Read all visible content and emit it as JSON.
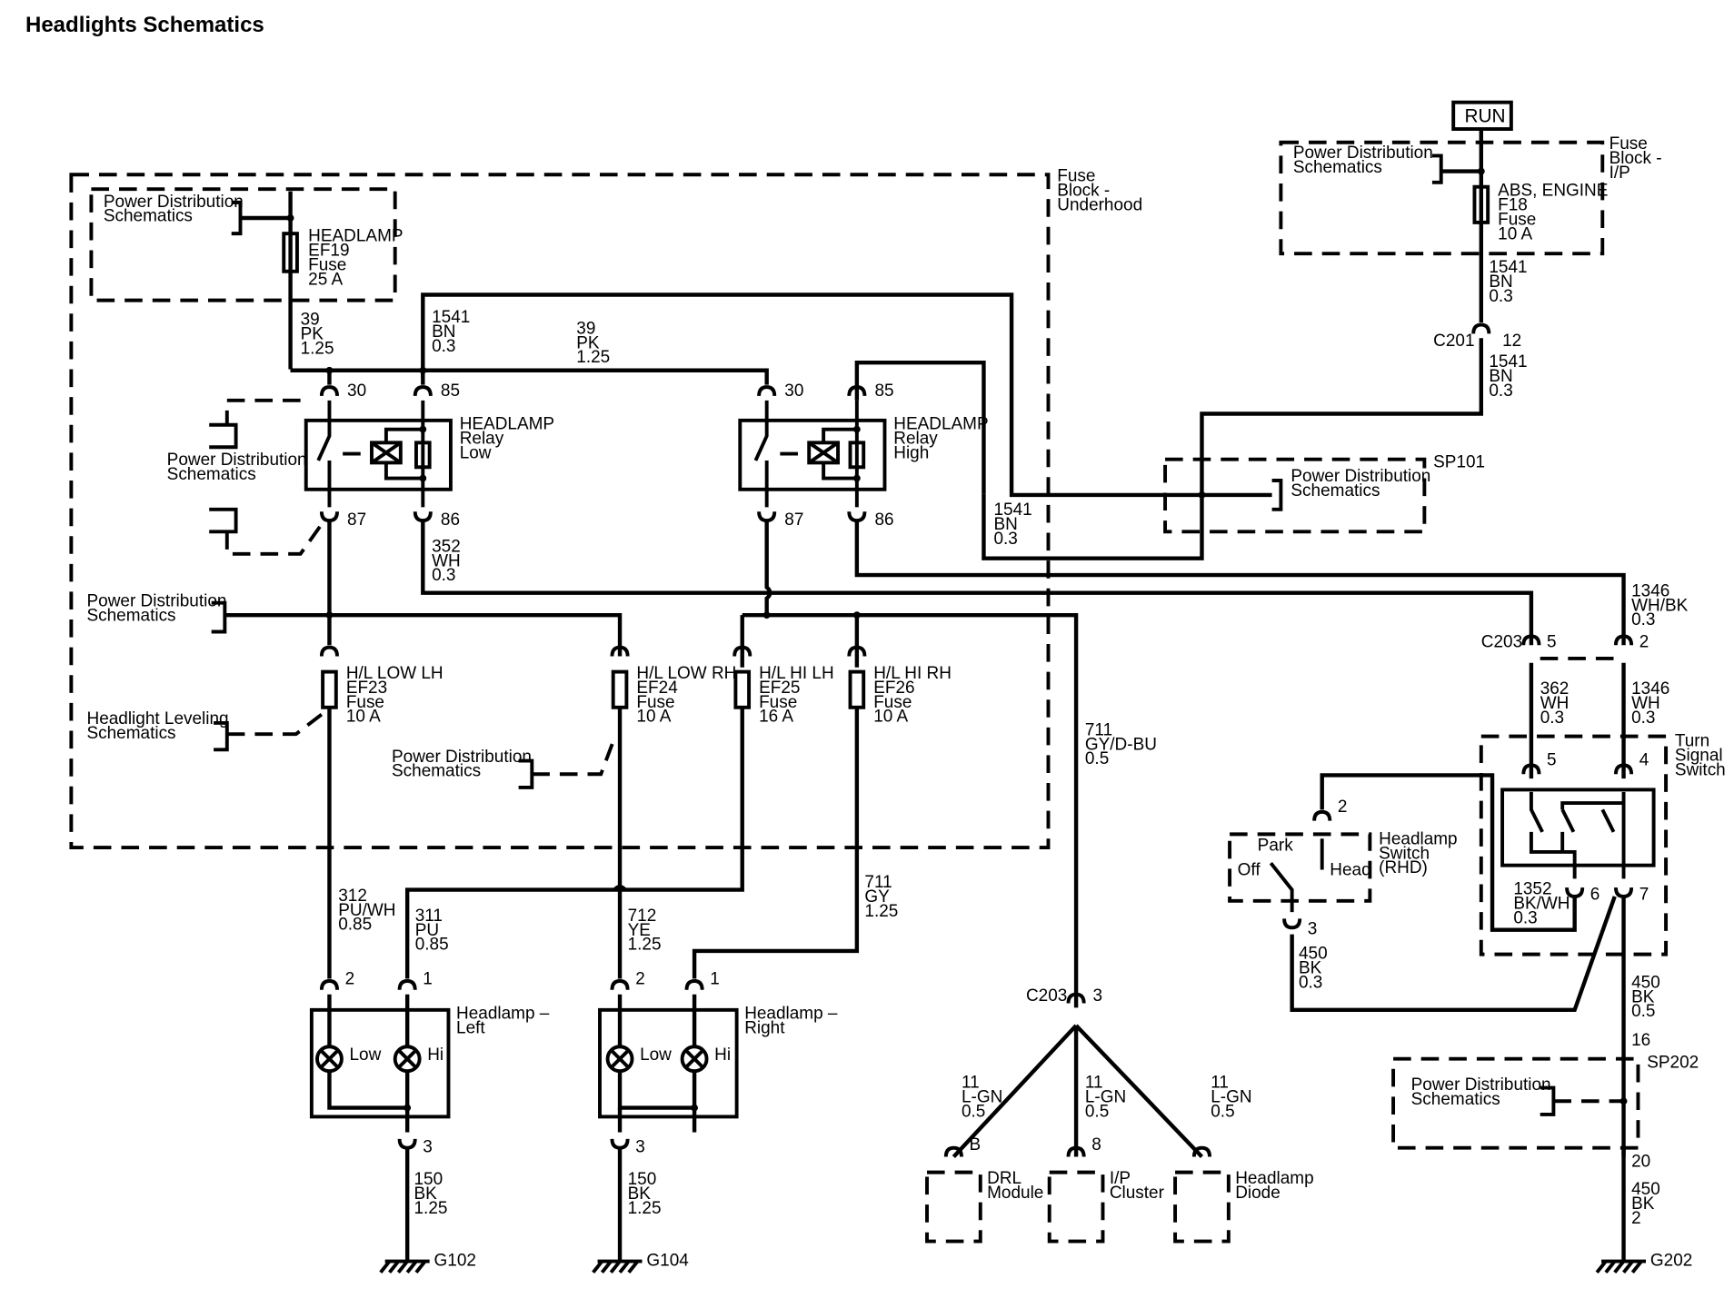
{
  "title": "Headlights Schematics",
  "labels": {
    "run": "RUN",
    "pd": [
      "Power",
      "Distribution",
      "Schematics"
    ],
    "fuse_block_underhood": [
      "Fuse",
      "Block -",
      "Underhood"
    ],
    "fuse_block_ip": [
      "Fuse",
      "Block -",
      "I/P"
    ],
    "abs_engine_fuse": [
      "ABS, ENGINE",
      "F18",
      "Fuse",
      "10 A"
    ],
    "headlamp_fuse": [
      "HEADLAMP",
      "EF19",
      "Fuse",
      "25 A"
    ],
    "relay_low": [
      "HEADLAMP",
      "Relay",
      "Low"
    ],
    "relay_high": [
      "HEADLAMP",
      "Relay",
      "High"
    ],
    "fuse_low_lh": [
      "H/L LOW LH",
      "EF23",
      "Fuse",
      "10 A"
    ],
    "fuse_low_rh": [
      "H/L LOW RH",
      "EF24",
      "Fuse",
      "10 A"
    ],
    "fuse_hi_lh": [
      "H/L HI LH",
      "EF25",
      "Fuse",
      "16 A"
    ],
    "fuse_hi_rh": [
      "H/L HI RH",
      "EF26",
      "Fuse",
      "10 A"
    ],
    "headlight_leveling": [
      "Headlight Leveling",
      "Schematics"
    ],
    "headlamp_left": [
      "Headlamp –",
      "Left"
    ],
    "headlamp_right": [
      "Headlamp –",
      "Right"
    ],
    "low": "Low",
    "hi": "Hi",
    "sp101": "SP101",
    "sp202": "SP202",
    "c201": "C201",
    "c203": "C203",
    "turn_signal_switch": [
      "Turn",
      "Signal",
      "Switch"
    ],
    "headlamp_switch": [
      "Headlamp",
      "Switch",
      "(RHD)"
    ],
    "park": "Park",
    "off": "Off",
    "head": "Head",
    "drl_module": [
      "DRL",
      "Module"
    ],
    "ip_cluster": [
      "I/P",
      "Cluster"
    ],
    "headlamp_diode": [
      "Headlamp",
      "Diode"
    ],
    "g102": "G102",
    "g104": "G104",
    "g202": "G202"
  },
  "pins": {
    "p30": "30",
    "p85": "85",
    "p87": "87",
    "p86": "86",
    "p1": "1",
    "p2": "2",
    "p3": "3",
    "p4": "4",
    "p5": "5",
    "p6": "6",
    "p7": "7",
    "p8": "8",
    "pB": "B",
    "p12": "12",
    "p16": "16",
    "p20": "20"
  },
  "wires": {
    "w39a": [
      "39",
      "PK",
      "1.25"
    ],
    "w39b": [
      "39",
      "PK",
      "1.25"
    ],
    "w1541a": [
      "1541",
      "BN",
      "0.3"
    ],
    "w1541b": [
      "1541",
      "BN",
      "0.3"
    ],
    "w1541c": [
      "1541",
      "BN",
      "0.3"
    ],
    "w1541d": [
      "1541",
      "BN",
      "0.3"
    ],
    "w352": [
      "352",
      "WH",
      "0.3"
    ],
    "w1346a": [
      "1346",
      "WH/BK",
      "0.3"
    ],
    "w1346b": [
      "1346",
      "WH",
      "0.3"
    ],
    "w362": [
      "362",
      "WH",
      "0.3"
    ],
    "w711a": [
      "711",
      "GY/D-BU",
      "0.5"
    ],
    "w711b": [
      "711",
      "GY",
      "1.25"
    ],
    "w312": [
      "312",
      "PU/WH",
      "0.85"
    ],
    "w311": [
      "311",
      "PU",
      "0.85"
    ],
    "w712": [
      "712",
      "YE",
      "1.25"
    ],
    "w150a": [
      "150",
      "BK",
      "1.25"
    ],
    "w150b": [
      "150",
      "BK",
      "1.25"
    ],
    "w11a": [
      "11",
      "L-GN",
      "0.5"
    ],
    "w11b": [
      "11",
      "L-GN",
      "0.5"
    ],
    "w11c": [
      "11",
      "L-GN",
      "0.5"
    ],
    "w1352": [
      "1352",
      "BK/WH",
      "0.3"
    ],
    "w450a": [
      "450",
      "BK",
      "0.3"
    ],
    "w450b": [
      "450",
      "BK",
      "0.5"
    ],
    "w450c": [
      "450",
      "BK",
      "2"
    ]
  }
}
